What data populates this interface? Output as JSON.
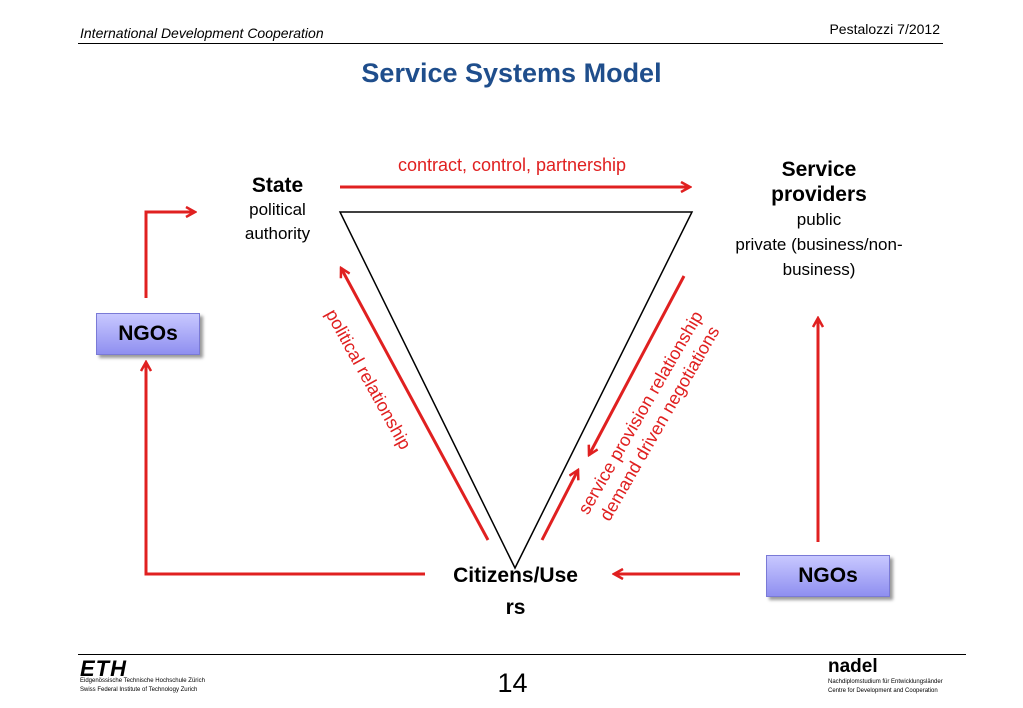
{
  "header": {
    "left_text": "International Development Cooperation",
    "right_text": "Pestalozzi 7/2012"
  },
  "title": "Service Systems Model",
  "nodes": {
    "state": {
      "title": "State",
      "subtitle_line1": "political",
      "subtitle_line2": "authority"
    },
    "providers": {
      "title_line1": "Service",
      "title_line2": "providers",
      "line1": "public",
      "line2": "private (business/non-",
      "line3": "business)"
    },
    "citizens": {
      "title_line1": "Citizens/Use",
      "title_line2": "rs"
    },
    "ngo_left": "NGOs",
    "ngo_right": "NGOs"
  },
  "edge_labels": {
    "contract": "contract, control, partnership",
    "political": "political relationship",
    "service_line1": "service provision relationship",
    "service_line2": "demand driven negotiations"
  },
  "colors": {
    "title": "#1f4e8c",
    "arrow": "#e02020",
    "ngo_fill": "#a5a5f5"
  },
  "footer": {
    "page_number": "14",
    "eth_logo": "ETH",
    "eth_line1": "Eidgenössische Technische Hochschule Zürich",
    "eth_line2": "Swiss Federal Institute of Technology Zurich",
    "nadel_logo": "nadel",
    "nadel_line1": "Nachdiplomstudium für Entwicklungsländer",
    "nadel_line2": "Centre for Development and Cooperation"
  }
}
